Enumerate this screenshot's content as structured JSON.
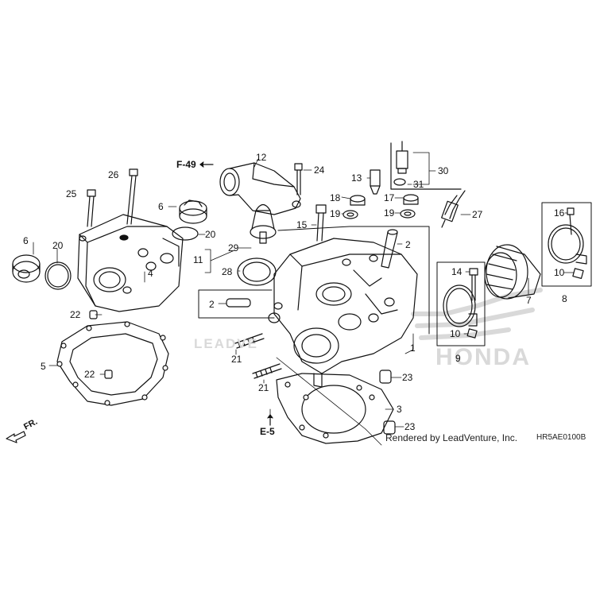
{
  "watermark": {
    "left_text": "LEADVE",
    "right_text": "HONDA",
    "color": "#d9d9d9"
  },
  "part_labels": [
    {
      "id": "p1",
      "text": "1"
    },
    {
      "id": "p2a",
      "text": "2"
    },
    {
      "id": "p2b",
      "text": "2"
    },
    {
      "id": "p3",
      "text": "3"
    },
    {
      "id": "p4",
      "text": "4"
    },
    {
      "id": "p5",
      "text": "5"
    },
    {
      "id": "p6a",
      "text": "6"
    },
    {
      "id": "p6b",
      "text": "6"
    },
    {
      "id": "p7",
      "text": "7"
    },
    {
      "id": "p8",
      "text": "8"
    },
    {
      "id": "p9",
      "text": "9"
    },
    {
      "id": "p10a",
      "text": "10"
    },
    {
      "id": "p10b",
      "text": "10"
    },
    {
      "id": "p11",
      "text": "11"
    },
    {
      "id": "p12",
      "text": "12"
    },
    {
      "id": "p13",
      "text": "13"
    },
    {
      "id": "p14",
      "text": "14"
    },
    {
      "id": "p15",
      "text": "15"
    },
    {
      "id": "p16",
      "text": "16"
    },
    {
      "id": "p17",
      "text": "17"
    },
    {
      "id": "p18",
      "text": "18"
    },
    {
      "id": "p19a",
      "text": "19"
    },
    {
      "id": "p19b",
      "text": "19"
    },
    {
      "id": "p20a",
      "text": "20"
    },
    {
      "id": "p20b",
      "text": "20"
    },
    {
      "id": "p21a",
      "text": "21"
    },
    {
      "id": "p21b",
      "text": "21"
    },
    {
      "id": "p22a",
      "text": "22"
    },
    {
      "id": "p22b",
      "text": "22"
    },
    {
      "id": "p23a",
      "text": "23"
    },
    {
      "id": "p23b",
      "text": "23"
    },
    {
      "id": "p24",
      "text": "24"
    },
    {
      "id": "p25",
      "text": "25"
    },
    {
      "id": "p26",
      "text": "26"
    },
    {
      "id": "p27",
      "text": "27"
    },
    {
      "id": "p28",
      "text": "28"
    },
    {
      "id": "p29",
      "text": "29"
    },
    {
      "id": "p30",
      "text": "30"
    },
    {
      "id": "p31",
      "text": "31"
    }
  ],
  "section_refs": {
    "f49": "F-49",
    "e5": "E-5"
  },
  "direction": {
    "label": "FR."
  },
  "credit": "Rendered by LeadVenture, Inc.",
  "diagram_code": "HR5AE0100B"
}
